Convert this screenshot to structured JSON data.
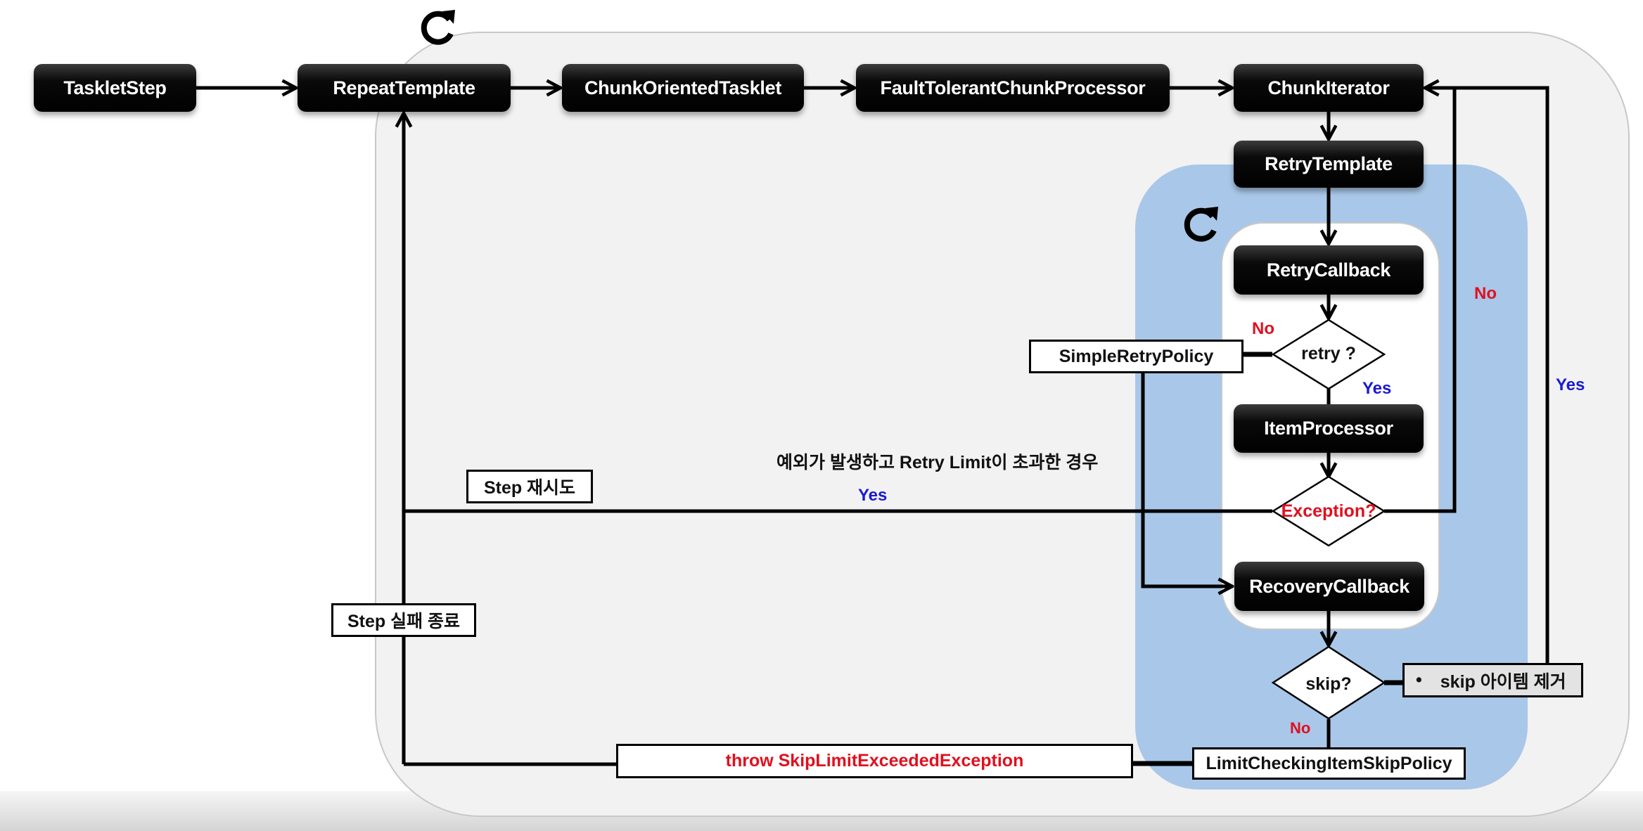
{
  "colors": {
    "outer_region": "#f2f2f2",
    "retry_region": "#a9c7e8",
    "inner_region": "#ffffff",
    "node_fill": "#000000",
    "no_label": "#e0101f",
    "yes_label": "#1a1acf"
  },
  "nodes": {
    "tasklet_step": "TaskletStep",
    "repeat_template": "RepeatTemplate",
    "chunk_oriented_tasklet": "ChunkOrientedTasklet",
    "fault_tolerant_chunk_processor": "FaultTolerantChunkProcessor",
    "chunk_iterator": "ChunkIterator",
    "retry_template": "RetryTemplate",
    "retry_callback": "RetryCallback",
    "item_processor": "ItemProcessor",
    "recovery_callback": "RecoveryCallback"
  },
  "decisions": {
    "retry": "retry ?",
    "exception": "Exception?",
    "skip": "skip?"
  },
  "policies": {
    "simple_retry_policy": "SimpleRetryPolicy",
    "limit_checking_skip_policy": "LimitCheckingItemSkipPolicy",
    "skip_limit_exception": "throw SkipLimitExceededException"
  },
  "notes": {
    "step_retry": "Step 재시도",
    "step_fail": "Step 실패 종료",
    "retry_limit_exceeded": "예외가 발생하고 Retry Limit이 초과한 경우",
    "skip_remove_bullet": "•",
    "skip_remove": "skip 아이템 제거"
  },
  "edge_labels": {
    "retry_no": "No",
    "retry_yes": "Yes",
    "exception_yes": "Yes",
    "exception_no": "No",
    "skip_yes": "Yes",
    "skip_no": "No"
  },
  "icons": {
    "repeat_loop": "refresh-icon",
    "retry_loop": "refresh-icon"
  }
}
